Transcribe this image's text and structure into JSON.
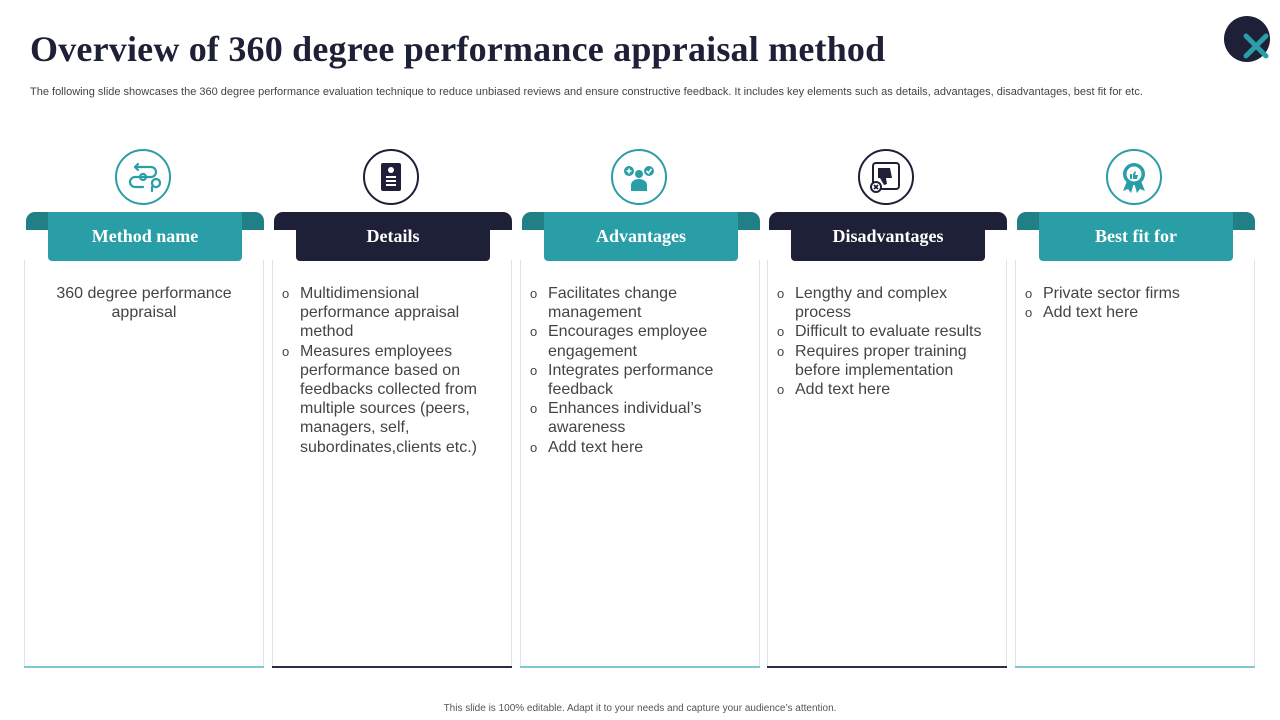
{
  "header": {
    "title": "Overview of 360 degree performance appraisal method",
    "subtitle": "The following slide showcases the 360 degree performance evaluation technique to reduce unbiased reviews and ensure constructive feedback. It includes key elements such as details, advantages, disadvantages, best fit for etc."
  },
  "colors": {
    "teal": "#2a9ea6",
    "navy": "#1d2036"
  },
  "columns": [
    {
      "heading": "Method name",
      "icon": "process-cycle-icon",
      "text": "360 degree performance appraisal"
    },
    {
      "heading": "Details",
      "icon": "document-profile-icon",
      "bullets": [
        "Multidimensional performance appraisal method",
        "Measures employees performance based on feedbacks collected from multiple sources (peers, managers, self, subordinates,clients etc.)"
      ]
    },
    {
      "heading": "Advantages",
      "icon": "team-approval-icon",
      "bullets": [
        "Facilitates change management",
        "Encourages employee engagement",
        "Integrates performance feedback",
        "Enhances individual’s awareness",
        "Add text here"
      ]
    },
    {
      "heading": "Disadvantages",
      "icon": "thumbs-down-icon",
      "bullets": [
        "Lengthy and complex process",
        "Difficult to evaluate results",
        "Requires proper training before implementation",
        "Add text here"
      ]
    },
    {
      "heading": "Best fit for",
      "icon": "award-badge-icon",
      "bullets": [
        "Private sector firms",
        "Add text here"
      ]
    }
  ],
  "footer": {
    "note": "This slide is 100% editable.  Adapt it to your needs and capture your audience’s attention."
  }
}
